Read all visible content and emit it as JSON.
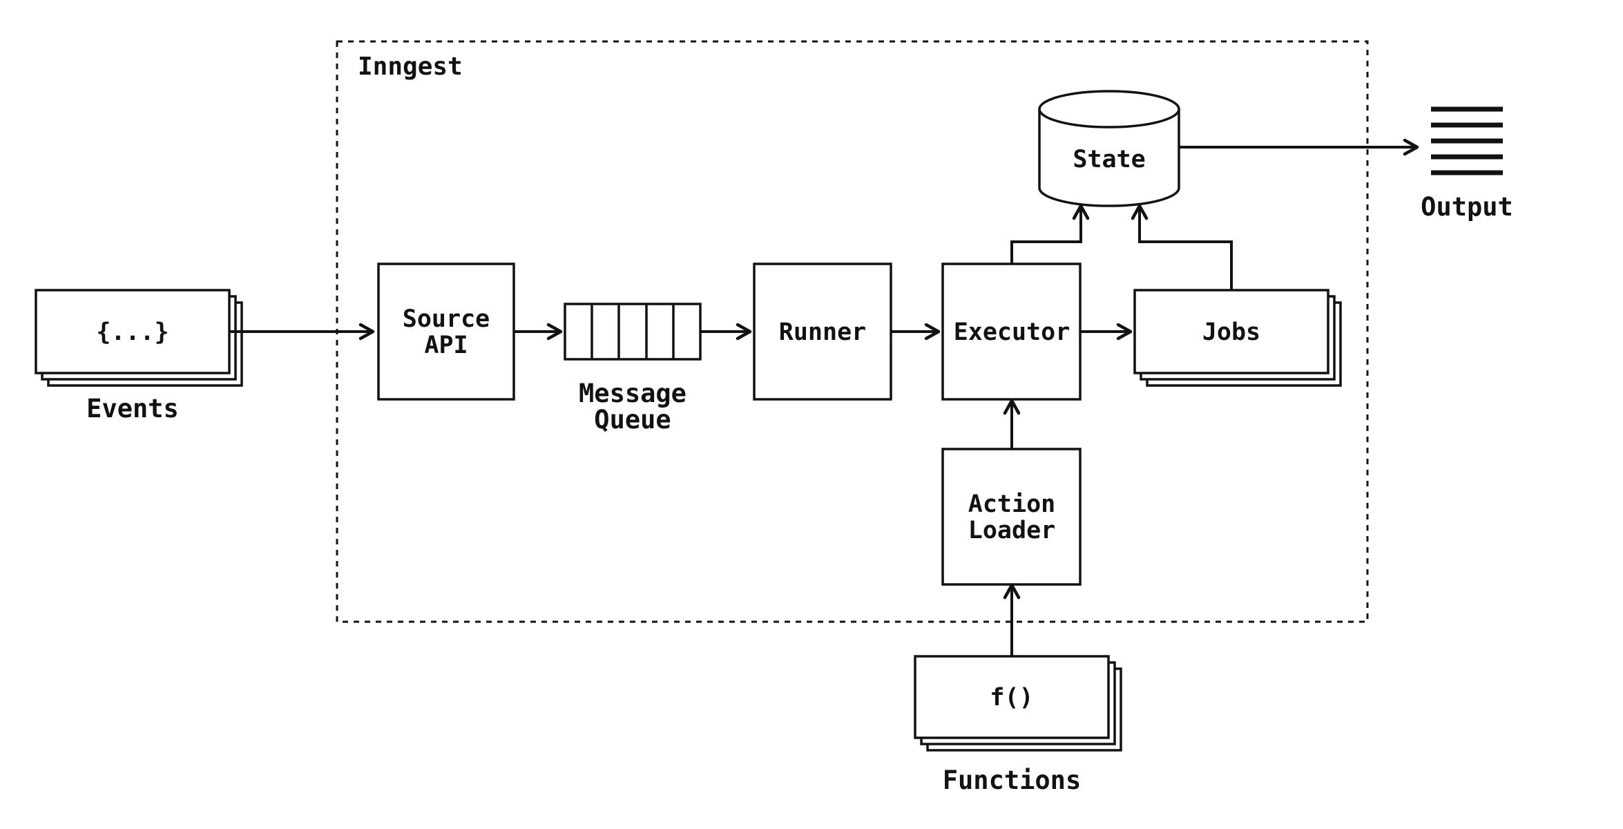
{
  "diagram": {
    "title": "Inngest",
    "colors": {
      "stroke": "#121212",
      "background": "#ffffff"
    },
    "nodes": {
      "events": {
        "box_text": "{...}",
        "caption": "Events"
      },
      "source_api": {
        "line1": "Source",
        "line2": "API"
      },
      "message_queue": {
        "caption_line1": "Message",
        "caption_line2": "Queue",
        "queue_cells": 5
      },
      "runner": {
        "label": "Runner"
      },
      "executor": {
        "label": "Executor"
      },
      "jobs": {
        "label": "Jobs"
      },
      "state": {
        "label": "State"
      },
      "action_loader": {
        "line1": "Action",
        "line2": "Loader"
      },
      "functions": {
        "box_text": "f()",
        "caption": "Functions"
      },
      "output": {
        "caption": "Output"
      }
    }
  }
}
